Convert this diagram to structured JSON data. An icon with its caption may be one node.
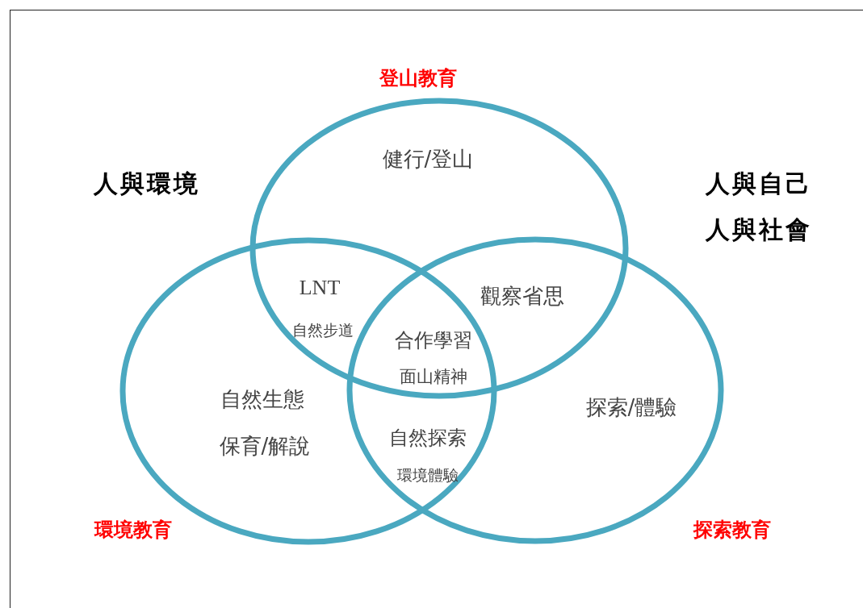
{
  "diagram": {
    "nodes": [
      {
        "text": [
          "登山教育"
        ]
      },
      {
        "text": [
          "環境教育"
        ]
      },
      {
        "text": [
          "探索教育"
        ]
      }
    ],
    "labels": [
      "人與環境",
      "人與自己",
      "人與社會",
      "健行/登山",
      "LNT",
      "自然步道",
      "觀察省思",
      "合作學習",
      "面山精神",
      "自然生態",
      "保育/解說",
      "自然探索",
      "環境體驗",
      "探索/體驗"
    ]
  }
}
